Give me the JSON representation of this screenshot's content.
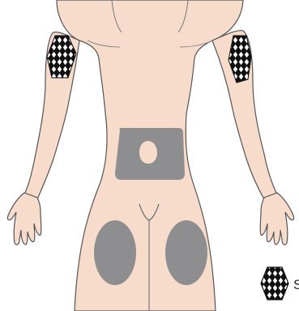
{
  "colors": {
    "skin": "#f7dccc",
    "outline": "#555555",
    "site_fill": "#8e8e90",
    "mesh_dark": "#111111",
    "mesh_light": "#ffffff",
    "background": "#ffffff"
  },
  "figure": {
    "view": "front",
    "sites": [
      {
        "name": "left-upper-arm",
        "style": "mesh"
      },
      {
        "name": "right-upper-arm",
        "style": "mesh"
      },
      {
        "name": "abdomen",
        "style": "solid",
        "excludes": "navel"
      },
      {
        "name": "left-thigh",
        "style": "solid"
      },
      {
        "name": "right-thigh",
        "style": "solid"
      }
    ]
  },
  "legend": {
    "icon": "hexagon-mesh-icon",
    "label": "S"
  }
}
